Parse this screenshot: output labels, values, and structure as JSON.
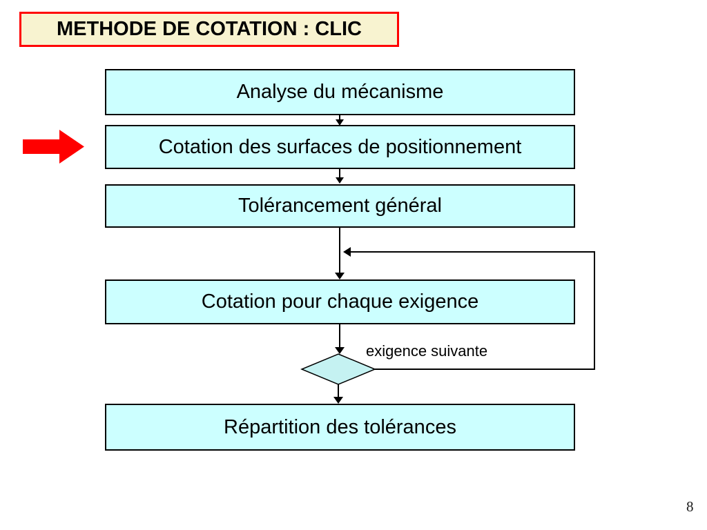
{
  "slide": {
    "background": "#ffffff",
    "page_number": "8"
  },
  "title": {
    "text": "METHODE DE COTATION : CLIC",
    "fill": "#F8F3D0",
    "border_color": "#FF0000"
  },
  "flowchart": {
    "box_fill": "#CCFFFF",
    "box_border": "#000000",
    "line_color": "#000000",
    "steps": [
      {
        "label": "Analyse du mécanisme"
      },
      {
        "label": "Cotation des surfaces de positionnement",
        "highlighted": true
      },
      {
        "label": "Tolérancement général"
      },
      {
        "label": "Cotation pour chaque exigence"
      },
      {
        "label": "Répartition des tolérances"
      }
    ],
    "decision": {
      "label": "exigence suivante",
      "fill": "#C5F2F2"
    },
    "pointer": {
      "icon": "red-right-arrow-icon",
      "color": "#FF0000"
    }
  }
}
